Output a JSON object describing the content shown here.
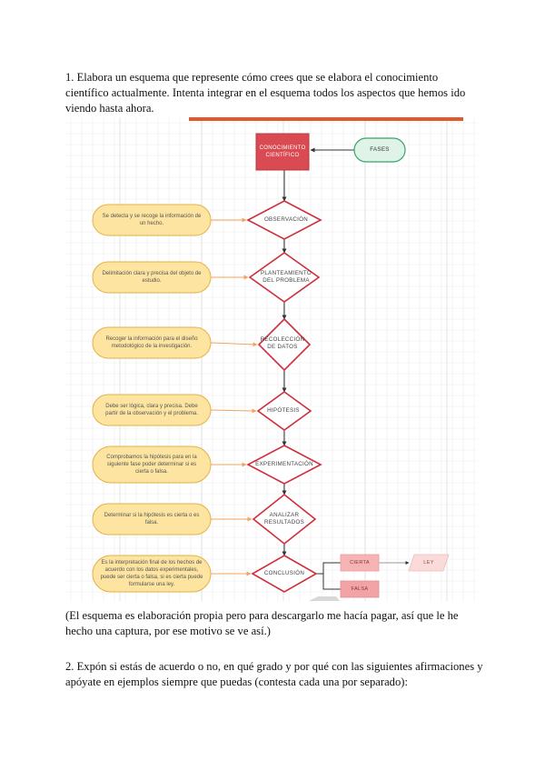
{
  "intro": "1. Elabora un esquema que represente cómo crees que se elabora el conocimiento científico actualmente. Intenta integrar en el esquema todos los aspectos que hemos ido viendo hasta ahora.",
  "diagram": {
    "start": "CONOCIMIENTO CIENTÍFICO",
    "phases": "FASES",
    "steps": [
      {
        "node": "OBSERVACIÓN",
        "desc": "Se detecta y se recoge la información de un hecho."
      },
      {
        "node": "PLANTEAMIENTO DEL PROBLEMA",
        "desc": "Delimitación clara y precisa del objeto de estudio."
      },
      {
        "node": "RECOLECCIÓN DE DATOS",
        "desc": "Recoger la información para el diseño metodológico de la investigación."
      },
      {
        "node": "HIPÓTESIS",
        "desc": "Debe ser lógica, clara y precisa. Debe partir de la observación y el problema."
      },
      {
        "node": "EXPERIMENTACIÓN",
        "desc": "Comprobamos la hipótesis para en la siguiente fase poder determinar si es cierta o falsa."
      },
      {
        "node": "ANALIZAR RESULTADOS",
        "desc": "Determinar si la hipótesis es cierta o es falsa."
      },
      {
        "node": "CONCLUSIÓN",
        "desc": "Es la interpretación final de los hechos de acuerdo con los datos experimentales, puede ser cierta o falsa, si es cierta puede formularse una ley."
      }
    ],
    "true_label": "CIERTA",
    "false_label": "FALSA",
    "law_label": "LEY",
    "colors": {
      "start_fill": "#d94a52",
      "phases_fill": "#dff3e8",
      "phases_stroke": "#3aa36b",
      "oval_fill": "#fde4a0",
      "oval_stroke": "#e3b246",
      "diamond_stroke": "#cf2e3b",
      "arrow_orange": "#f1a361",
      "accent_bar": "#e5582e",
      "true_fill": "#f7b4b4",
      "false_fill": "#f3a3a6",
      "law_fill": "#fbdada"
    }
  },
  "caption": "(El esquema es elaboración propia pero para descargarlo me hacía pagar, así que le he hecho una captura, por ese motivo se ve así.)",
  "question2": "2. Expón si estás de acuerdo o no, en qué grado y por qué con las siguientes afirmaciones y apóyate en ejemplos siempre que puedas (contesta cada una por separado):"
}
